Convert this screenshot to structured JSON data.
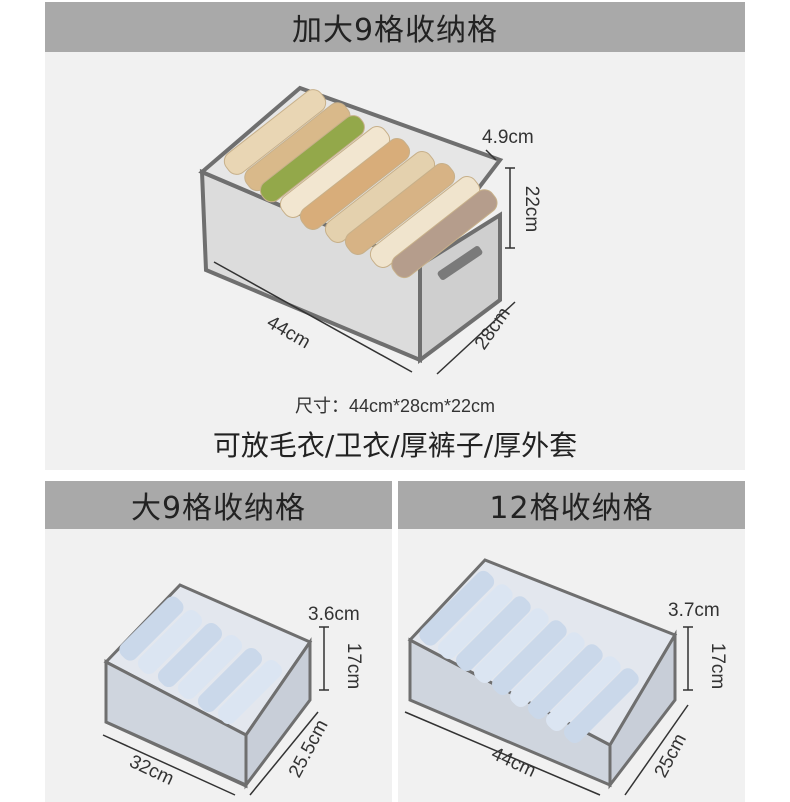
{
  "top": {
    "header": "加大9格收纳格",
    "dims": {
      "gap": "4.9cm",
      "height": "22cm",
      "length": "44cm",
      "depth": "28cm"
    },
    "size_line": "尺寸：44cm*28cm*22cm",
    "usage_line": "可放毛衣/卫衣/厚裤子/厚外套"
  },
  "left": {
    "header": "大9格收纳格",
    "dims": {
      "gap": "3.6cm",
      "height": "17cm",
      "length": "32cm",
      "depth": "25.5cm"
    }
  },
  "right": {
    "header": "12格收纳格",
    "dims": {
      "gap": "3.7cm",
      "height": "17cm",
      "length": "44cm",
      "depth": "25cm"
    }
  },
  "colors": {
    "header_bg": "#a9a9a9",
    "panel_bg": "#f1f1f1",
    "frame": "#6f6f6f"
  }
}
